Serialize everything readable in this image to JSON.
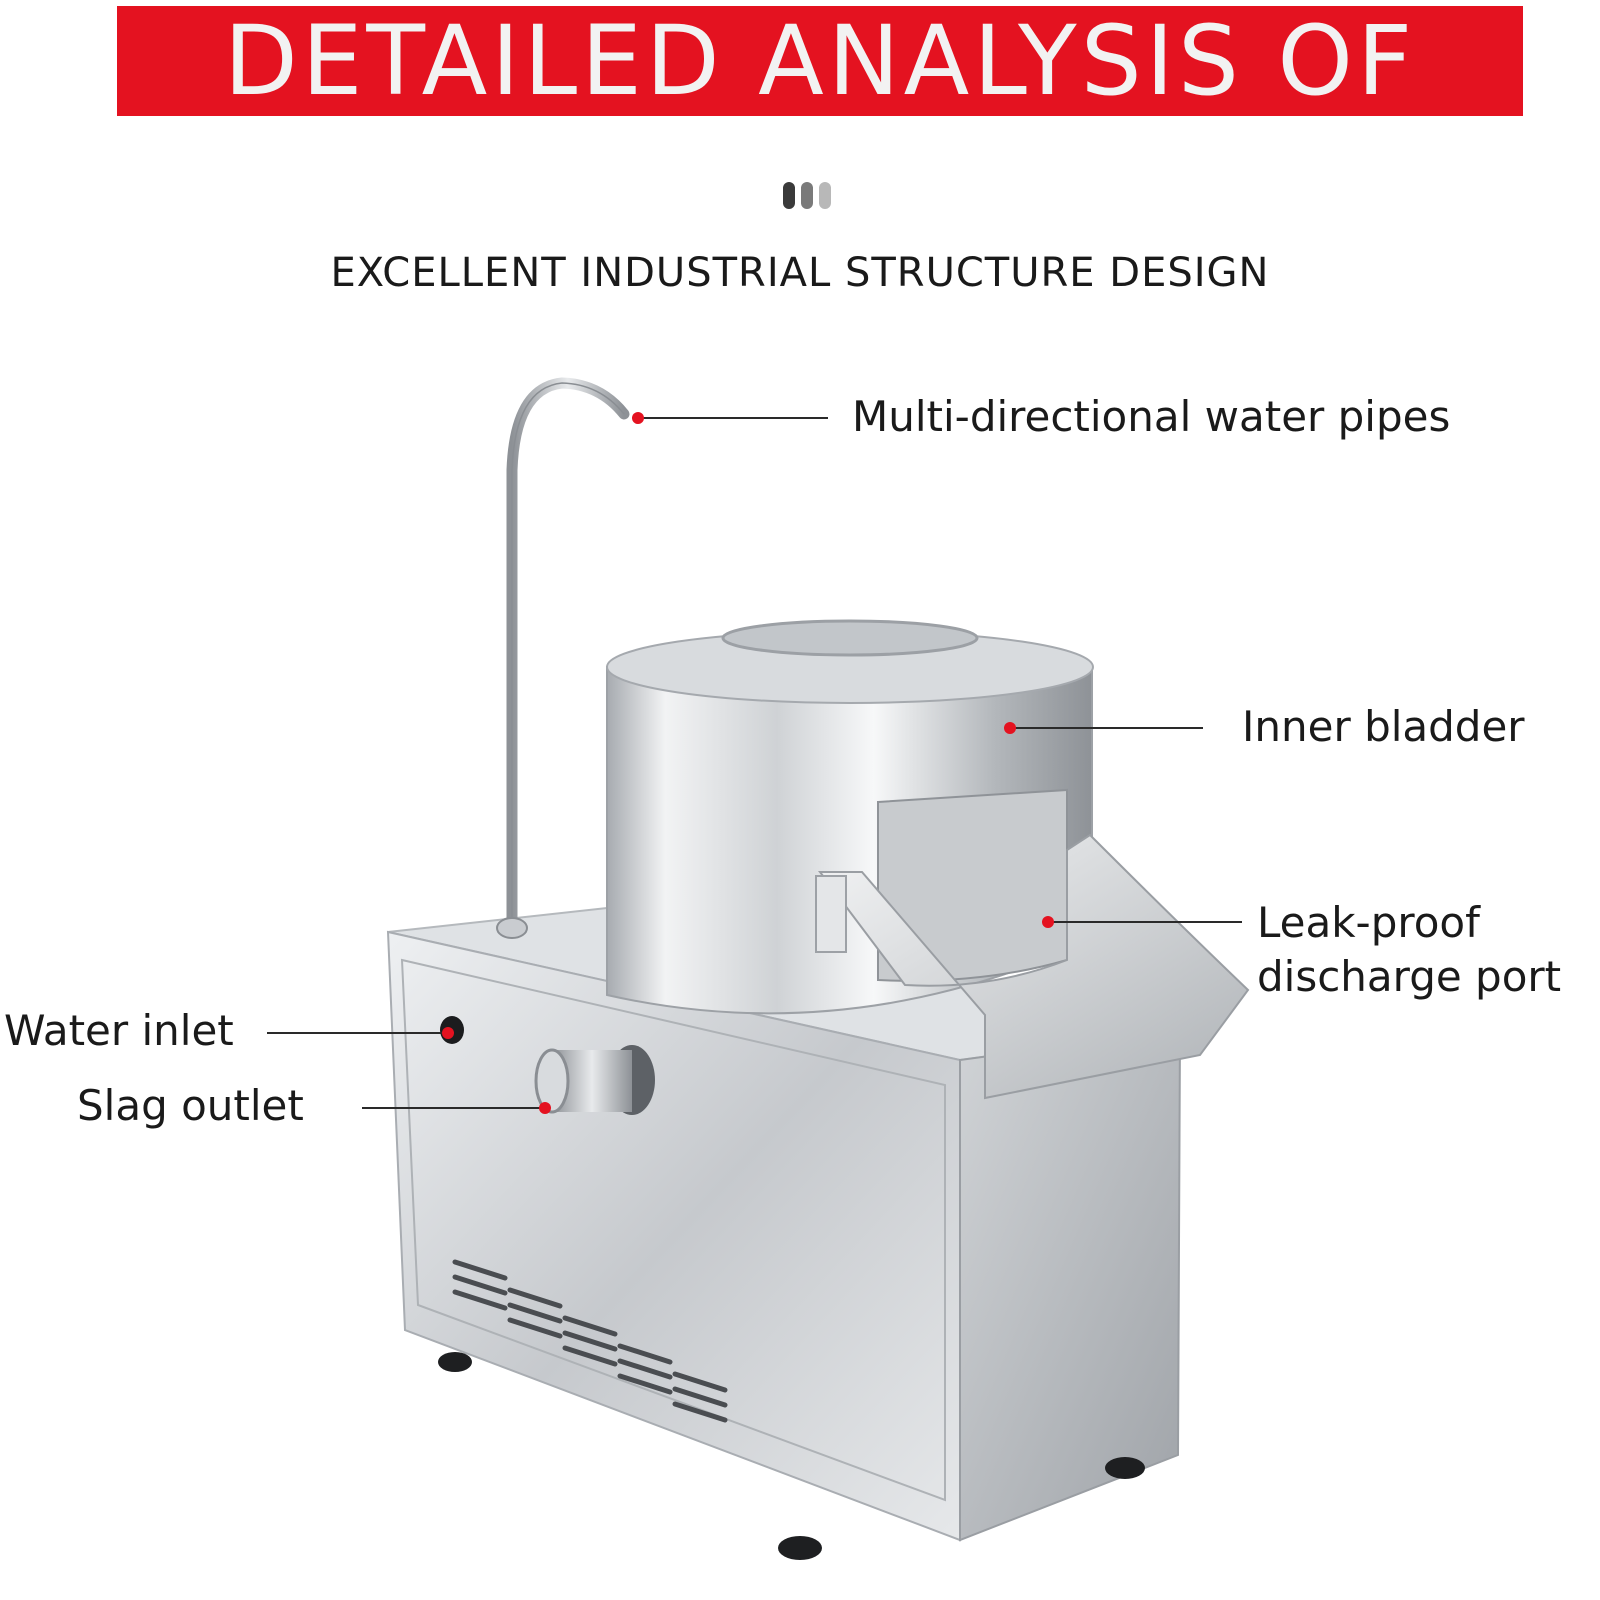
{
  "header": {
    "banner_text": "DETAILED ANALYSIS OF",
    "subtitle": "EXCELLENT INDUSTRIAL STRUCTURE DESIGN"
  },
  "callouts": {
    "water_pipes": "Multi-directional water pipes",
    "inner_bladder": "Inner bladder",
    "discharge_line1": "Leak-proof",
    "discharge_line2": "discharge port",
    "water_inlet": "Water inlet",
    "slag_outlet": "Slag outlet"
  },
  "colors": {
    "banner": "#e41220",
    "marker": "#e41220",
    "text": "#1a1a1a",
    "steel": "#c9ccd0"
  },
  "icons": {
    "divider": "three-pill-dots-icon",
    "product": "potato-peeler-machine-illustration"
  }
}
